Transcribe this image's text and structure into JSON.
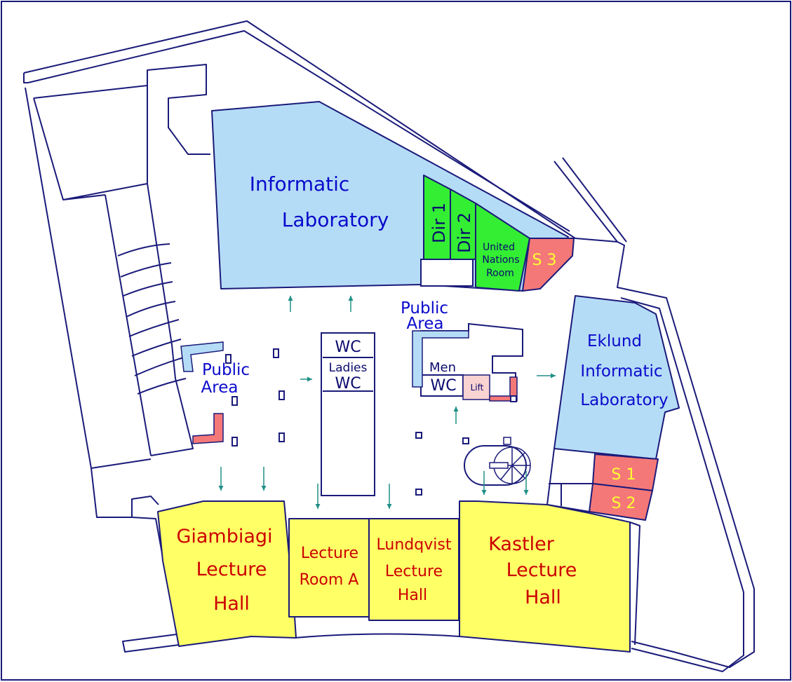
{
  "colors": {
    "wall": "#1a1a7a",
    "lab": "#b5dcf6",
    "office": "#33ee33",
    "service": "#f47878",
    "lecture": "#ffff66",
    "lift": "#f9d2d2",
    "arrow": "#1f8f86",
    "blue_text": "#0a0acc",
    "red_text": "#cc0000",
    "yellow_text": "#ffff33",
    "dark_text": "#0a0a6e"
  },
  "rooms": {
    "informatic_lab": {
      "line1": "Informatic",
      "line2": "Laboratory"
    },
    "dir1": "Dir 1",
    "dir2": "Dir 2",
    "un_room": {
      "line1": "United",
      "line2": "Nations",
      "line3": "Room"
    },
    "s3": "S 3",
    "s1": "S 1",
    "s2": "S 2",
    "eklund": {
      "line1": "Eklund",
      "line2": "Informatic",
      "line3": "Laboratory"
    },
    "public_area_left": {
      "line1": "Public",
      "line2": "Area"
    },
    "public_area_center": {
      "line1": "Public",
      "line2": "Area"
    },
    "wc_top": "WC",
    "wc_ladies": {
      "line1": "Ladies",
      "line2": "WC"
    },
    "wc_men": {
      "line1": "Men",
      "line2": "WC"
    },
    "lift": "Lift",
    "giambiagi": {
      "line1": "Giambiagi",
      "line2": "Lecture",
      "line3": "Hall"
    },
    "lecture_a": {
      "line1": "Lecture",
      "line2": "Room A"
    },
    "lundqvist": {
      "line1": "Lundqvist",
      "line2": "Lecture",
      "line3": "Hall"
    },
    "kastler": {
      "line1": "Kastler",
      "line2": "Lecture",
      "line3": "Hall"
    }
  },
  "icons": {
    "arrow": "arrow-icon",
    "staircase": "spiral-staircase-icon"
  }
}
